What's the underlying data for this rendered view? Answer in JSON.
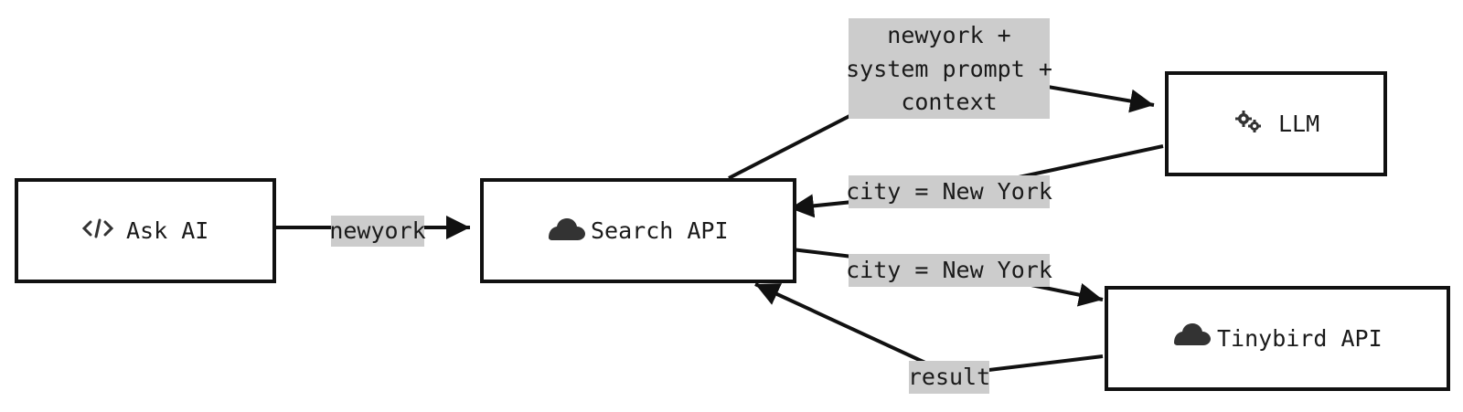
{
  "nodes": {
    "ask_ai": {
      "label": "Ask AI",
      "icon": "code-icon"
    },
    "search_api": {
      "label": "Search API",
      "icon": "cloud-icon"
    },
    "llm": {
      "label": "LLM",
      "icon": "gears-icon"
    },
    "tinybird_api": {
      "label": "Tinybird API",
      "icon": "cloud-icon"
    }
  },
  "edges": {
    "ask_to_search": {
      "label": "newyork"
    },
    "search_to_llm": {
      "lines": [
        "newyork +",
        "system prompt +",
        "context"
      ]
    },
    "llm_to_search": {
      "label": "city = New York"
    },
    "search_to_tinybird": {
      "label": "city = New York"
    },
    "tinybird_to_search": {
      "label": "result"
    }
  },
  "colors": {
    "stroke": "#111111",
    "label_background": "#cccccc",
    "icon": "#333333"
  }
}
